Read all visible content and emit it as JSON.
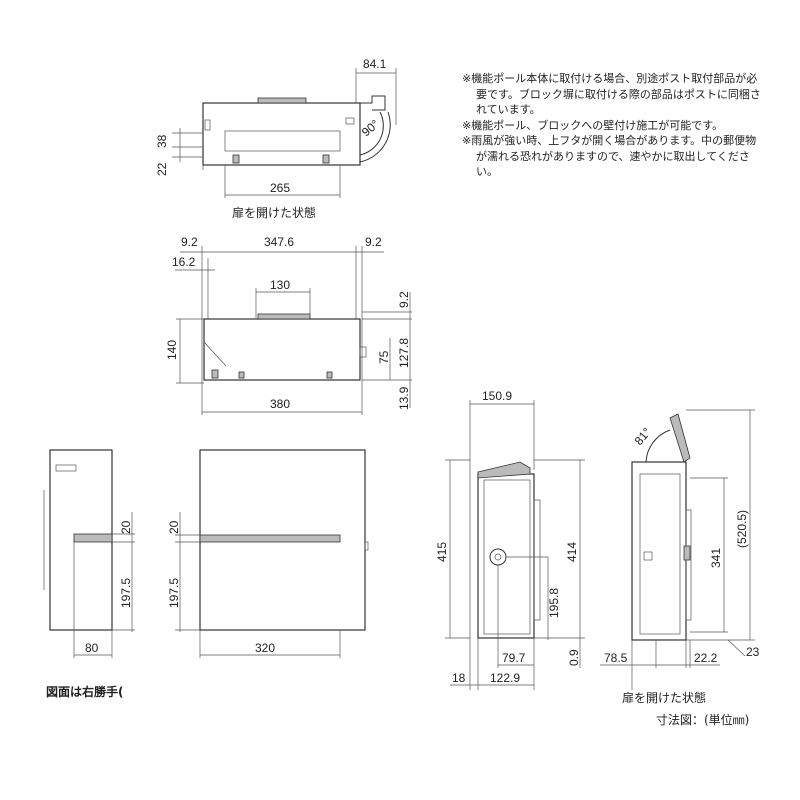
{
  "notes": [
    "※機能ポール本体に取付ける場合、別途ポスト取付部品が必要です。ブロック塀に取付ける際の部品はポストに同梱されています。",
    "※機能ポール、ブロックへの壁付け施工が可能です。",
    "※雨風が強い時、上フタが開く場合があります。中の郵便物が濡れる恐れがありますので、速やかに取出してください。"
  ],
  "captions": {
    "top_open": "扉を開けた状態",
    "side_open": "扉を開けた状態",
    "right_hand": "図面は右勝手(",
    "unit": "寸法図：(単位㎜)"
  },
  "dims": {
    "top": {
      "d84_1": "84.1",
      "d38": "38",
      "d22": "22",
      "d265": "265",
      "ang90": "90°"
    },
    "mid": {
      "d9_2a": "9.2",
      "d347_6": "347.6",
      "d9_2b": "9.2",
      "d16_2": "16.2",
      "d130": "130",
      "d9_2c": "9.2",
      "d140": "140",
      "d127_8": "127.8",
      "d75": "75",
      "d13_9": "13.9",
      "d380": "380"
    },
    "side": {
      "d20": "20",
      "d197_5": "197.5",
      "d80": "80"
    },
    "front": {
      "d20": "20",
      "d197_5": "197.5",
      "d320": "320"
    },
    "section": {
      "d150_9": "150.9",
      "d415": "415",
      "d414": "414",
      "d195_8": "195.8",
      "d0_9": "0.9",
      "d79_7": "79.7",
      "d18": "18",
      "d122_9": "122.9"
    },
    "open": {
      "ang81": "81°",
      "d520_5": "(520.5)",
      "d341": "341",
      "d23": "23",
      "d78_5": "78.5",
      "d22_2": "22.2"
    }
  }
}
